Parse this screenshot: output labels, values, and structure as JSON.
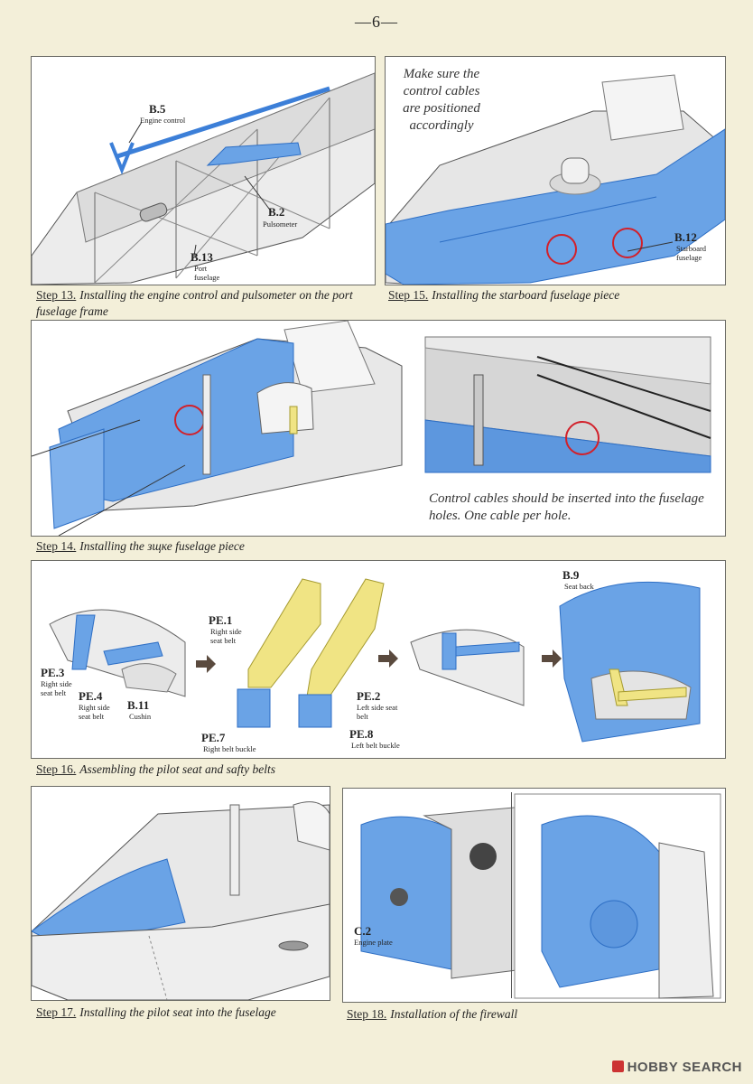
{
  "page_number": "—6—",
  "steps": {
    "s13": {
      "num": "Step 13.",
      "text": "Installing the engine control and pulsometer on the port fuselage frame"
    },
    "s15": {
      "num": "Step 15.",
      "text": "Installing the starboard fuselage piece"
    },
    "s14": {
      "num": "Step 14.",
      "text": "Installing the зщке fuselage piece"
    },
    "s16": {
      "num": "Step 16.",
      "text": "Assembling the pilot seat and safty belts"
    },
    "s17": {
      "num": "Step 17.",
      "text": "Installing the pilot seat into the fuselage"
    },
    "s18": {
      "num": "Step 18.",
      "text": "Installation of the firewall"
    }
  },
  "notes": {
    "cables": "Make sure the control cables are positioned accordingly",
    "holes": "Control cables should be inserted into the fuselage holes. One cable per hole."
  },
  "parts": {
    "b5": {
      "code": "B.5",
      "name": "Engine control"
    },
    "b2": {
      "code": "B.2",
      "name": "Pulsometer"
    },
    "b13": {
      "code": "B.13",
      "name": "Port fuselage"
    },
    "b12": {
      "code": "B.12",
      "name": "Starboard fuselage"
    },
    "b9": {
      "code": "B.9",
      "name": "Seat back"
    },
    "b11": {
      "code": "B.11",
      "name": "Cushin"
    },
    "pe1": {
      "code": "PE.1",
      "name": "Right side seat belt"
    },
    "pe2": {
      "code": "PE.2",
      "name": "Left side seat belt"
    },
    "pe3": {
      "code": "PE.3",
      "name": "Right side seat belt"
    },
    "pe4": {
      "code": "PE.4",
      "name": "Right side seat belt"
    },
    "pe7": {
      "code": "PE.7",
      "name": "Right belt buckle"
    },
    "pe8": {
      "code": "PE.8",
      "name": "Left belt buckle"
    },
    "c2": {
      "code": "C.2",
      "name": "Engine plate"
    }
  },
  "watermark": "HOBBY SEARCH",
  "colors": {
    "background": "#f3efd9",
    "part_blue": "#6aa3e6",
    "belt_yellow": "#f0e484",
    "highlight_red": "#d2202a"
  }
}
